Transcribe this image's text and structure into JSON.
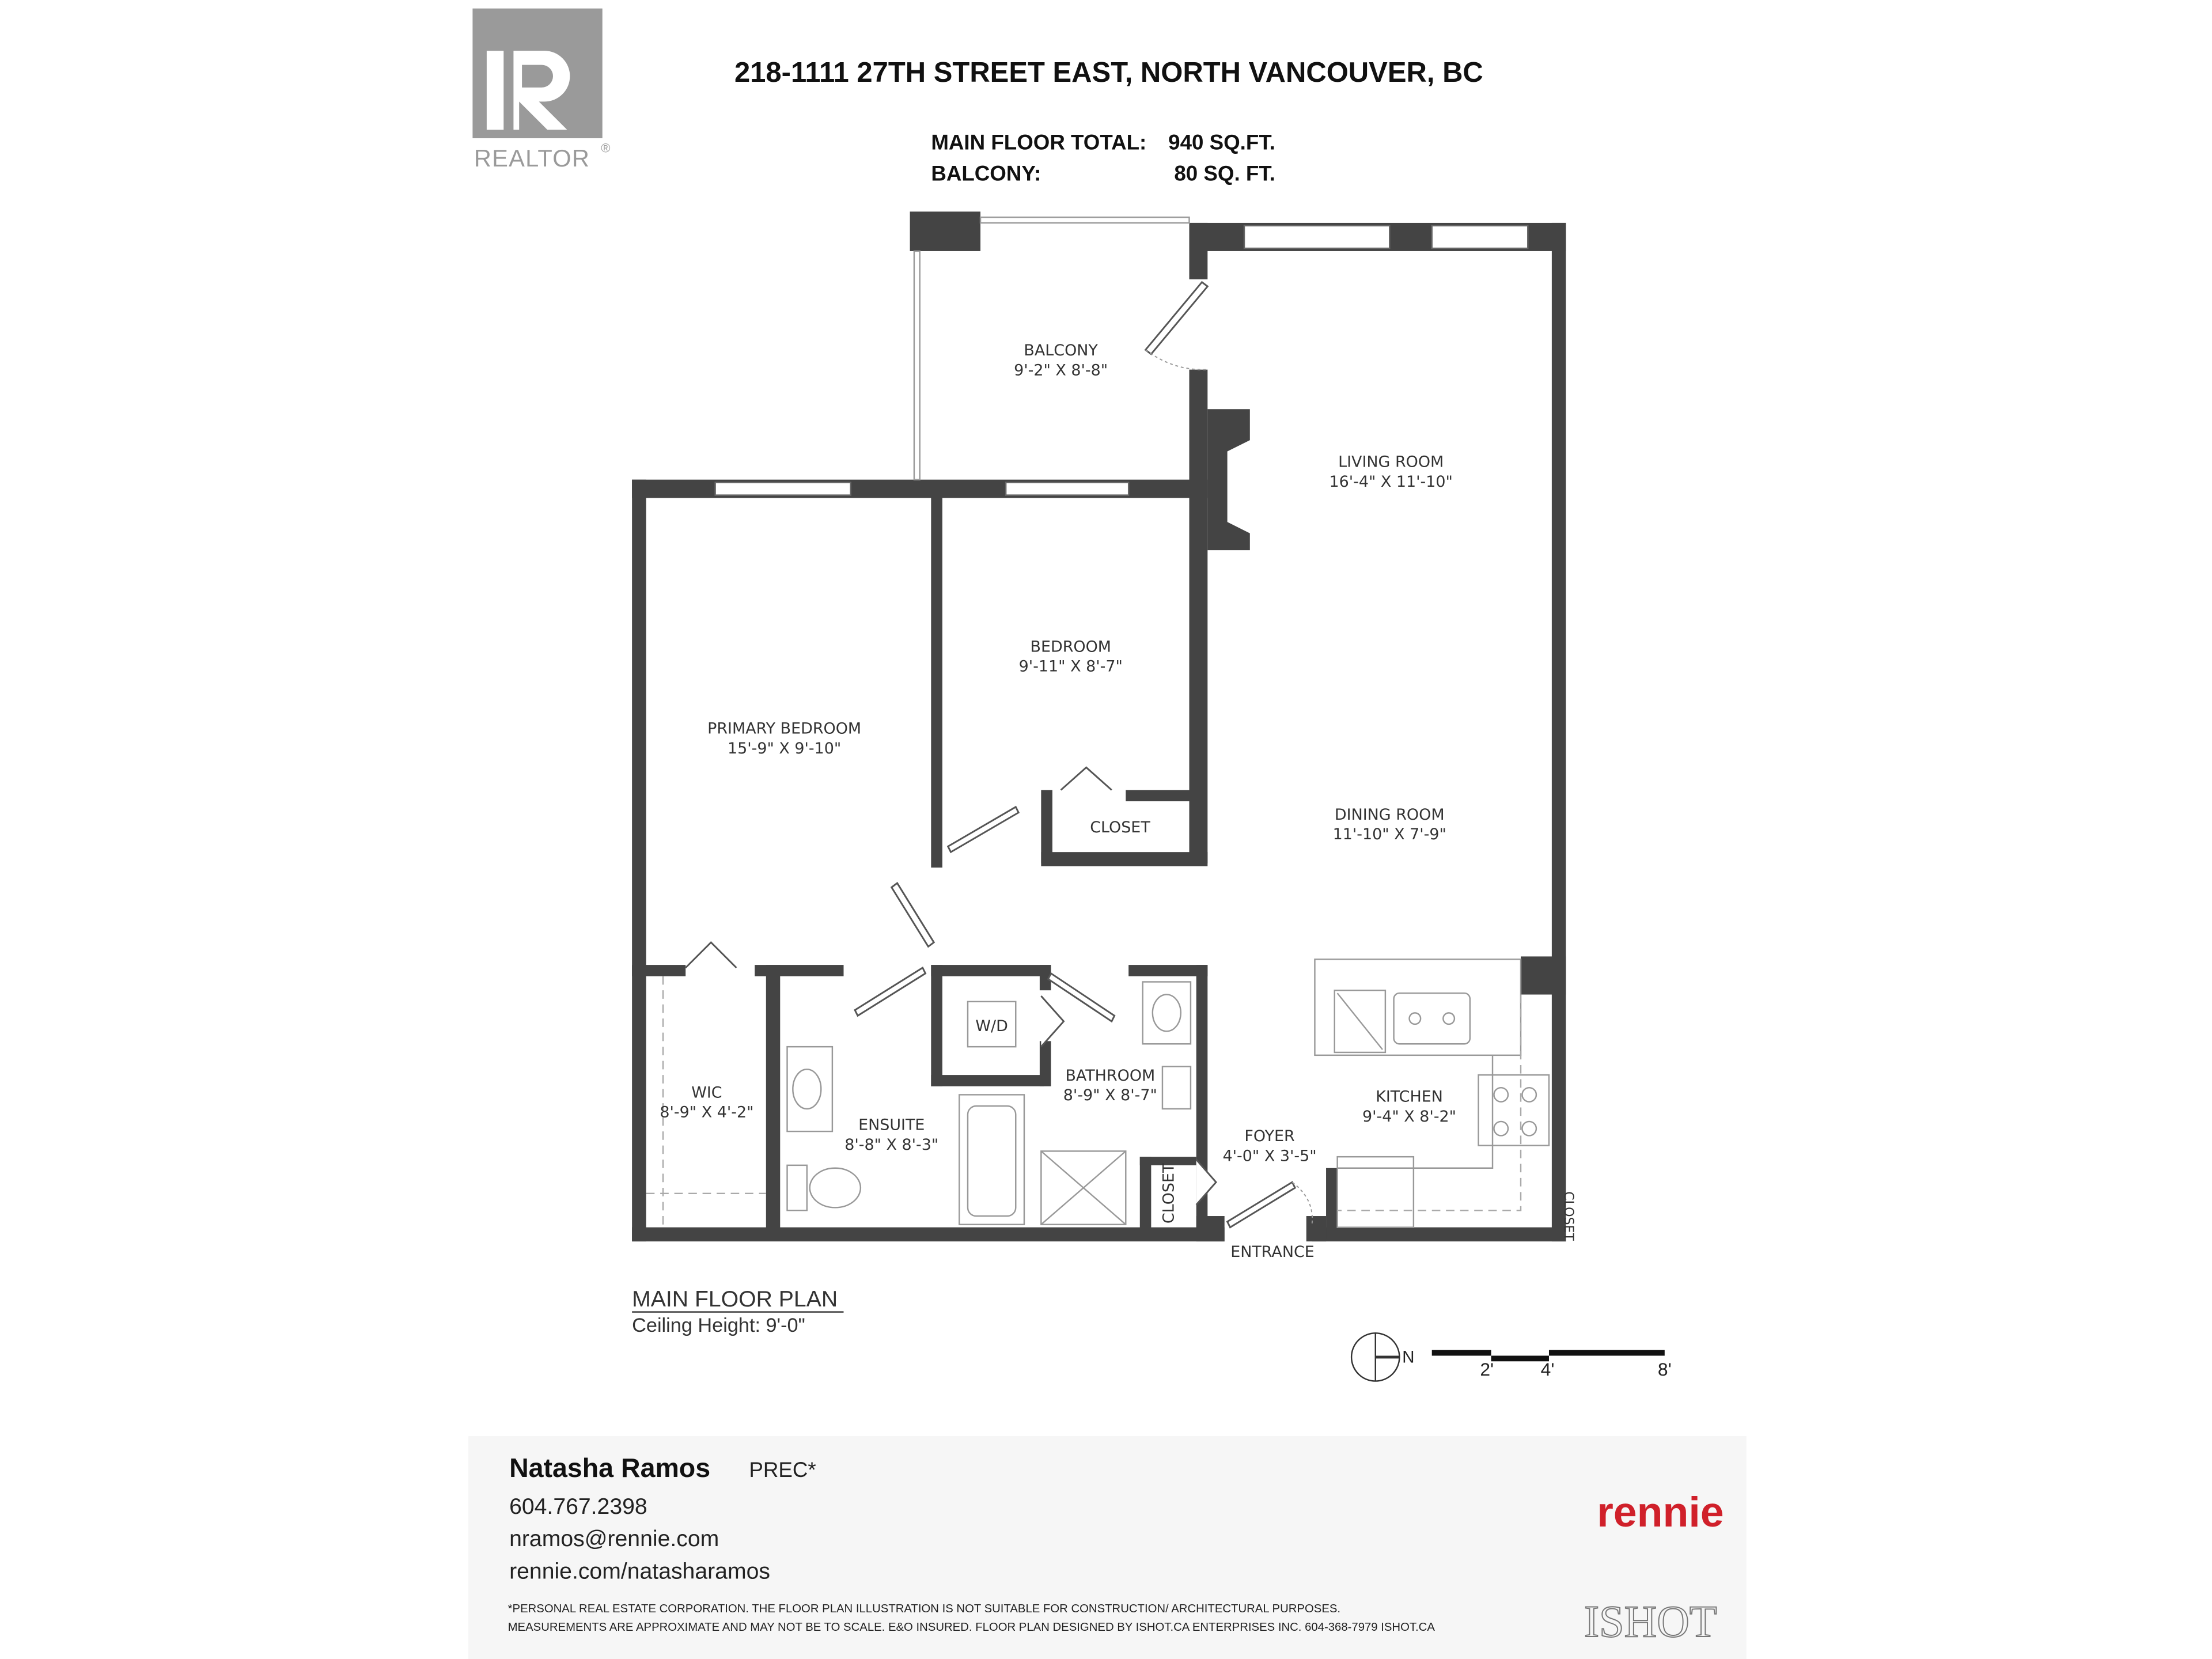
{
  "header": {
    "title": "218-1111 27TH STREET EAST, NORTH VANCOUVER, BC",
    "main_floor_label": "MAIN FLOOR TOTAL:",
    "main_floor_value": "940 SQ.FT.",
    "balcony_label": "BALCONY:",
    "balcony_value": "80 SQ. FT."
  },
  "logos": {
    "realtor": "REALTOR",
    "rennie": "rennie",
    "ishot": "ISHOT"
  },
  "rooms": {
    "balcony": {
      "name": "BALCONY",
      "dims": "9'-2\" X 8'-8\""
    },
    "living": {
      "name": "LIVING ROOM",
      "dims": "16'-4\" X 11'-10\""
    },
    "bedroom": {
      "name": "BEDROOM",
      "dims": "9'-11\" X 8'-7\""
    },
    "primary": {
      "name": "PRIMARY BEDROOM",
      "dims": "15'-9\" X 9'-10\""
    },
    "dining": {
      "name": "DINING ROOM",
      "dims": "11'-10\" X 7'-9\""
    },
    "closet_bedroom": {
      "name": "CLOSET"
    },
    "wic": {
      "name": "WIC",
      "dims": "8'-9\" X 4'-2\""
    },
    "ensuite": {
      "name": "ENSUITE",
      "dims": "8'-8\" X 8'-3\""
    },
    "wd": {
      "name": "W/D"
    },
    "bathroom": {
      "name": "BATHROOM",
      "dims": "8'-9\" X 8'-7\""
    },
    "kitchen": {
      "name": "KITCHEN",
      "dims": "9'-4\" X 8'-2\""
    },
    "foyer": {
      "name": "FOYER",
      "dims": "4'-0\" X 3'-5\""
    },
    "closet_foyer": {
      "name": "CLOSET"
    },
    "closet_kitchen": {
      "name": "CLOSET"
    },
    "entrance": {
      "name": "ENTRANCE"
    }
  },
  "plan": {
    "title": "MAIN FLOOR PLAN",
    "ceiling": "Ceiling Height: 9'-0\"",
    "north": "N",
    "scale_ticks": [
      "2'",
      "4'",
      "8'"
    ]
  },
  "agent": {
    "name": "Natasha Ramos",
    "designation": "PREC*",
    "phone": "604.767.2398",
    "email": "nramos@rennie.com",
    "website": "rennie.com/natasharamos"
  },
  "disclaimer": {
    "line1": "*PERSONAL REAL ESTATE CORPORATION. THE FLOOR PLAN ILLUSTRATION IS NOT SUITABLE FOR CONSTRUCTION/ ARCHITECTURAL PURPOSES.",
    "line2": "MEASUREMENTS ARE APPROXIMATE AND MAY NOT BE TO SCALE. E&O INSURED. FLOOR PLAN DESIGNED BY ISHOT.CA ENTERPRISES INC. 604-368-7979  ISHOT.CA"
  },
  "colors": {
    "wall": "#444444",
    "rennie_red": "#d0202a",
    "realtor_gray": "#9a9a9a",
    "footer_bg": "#f6f6f6"
  }
}
